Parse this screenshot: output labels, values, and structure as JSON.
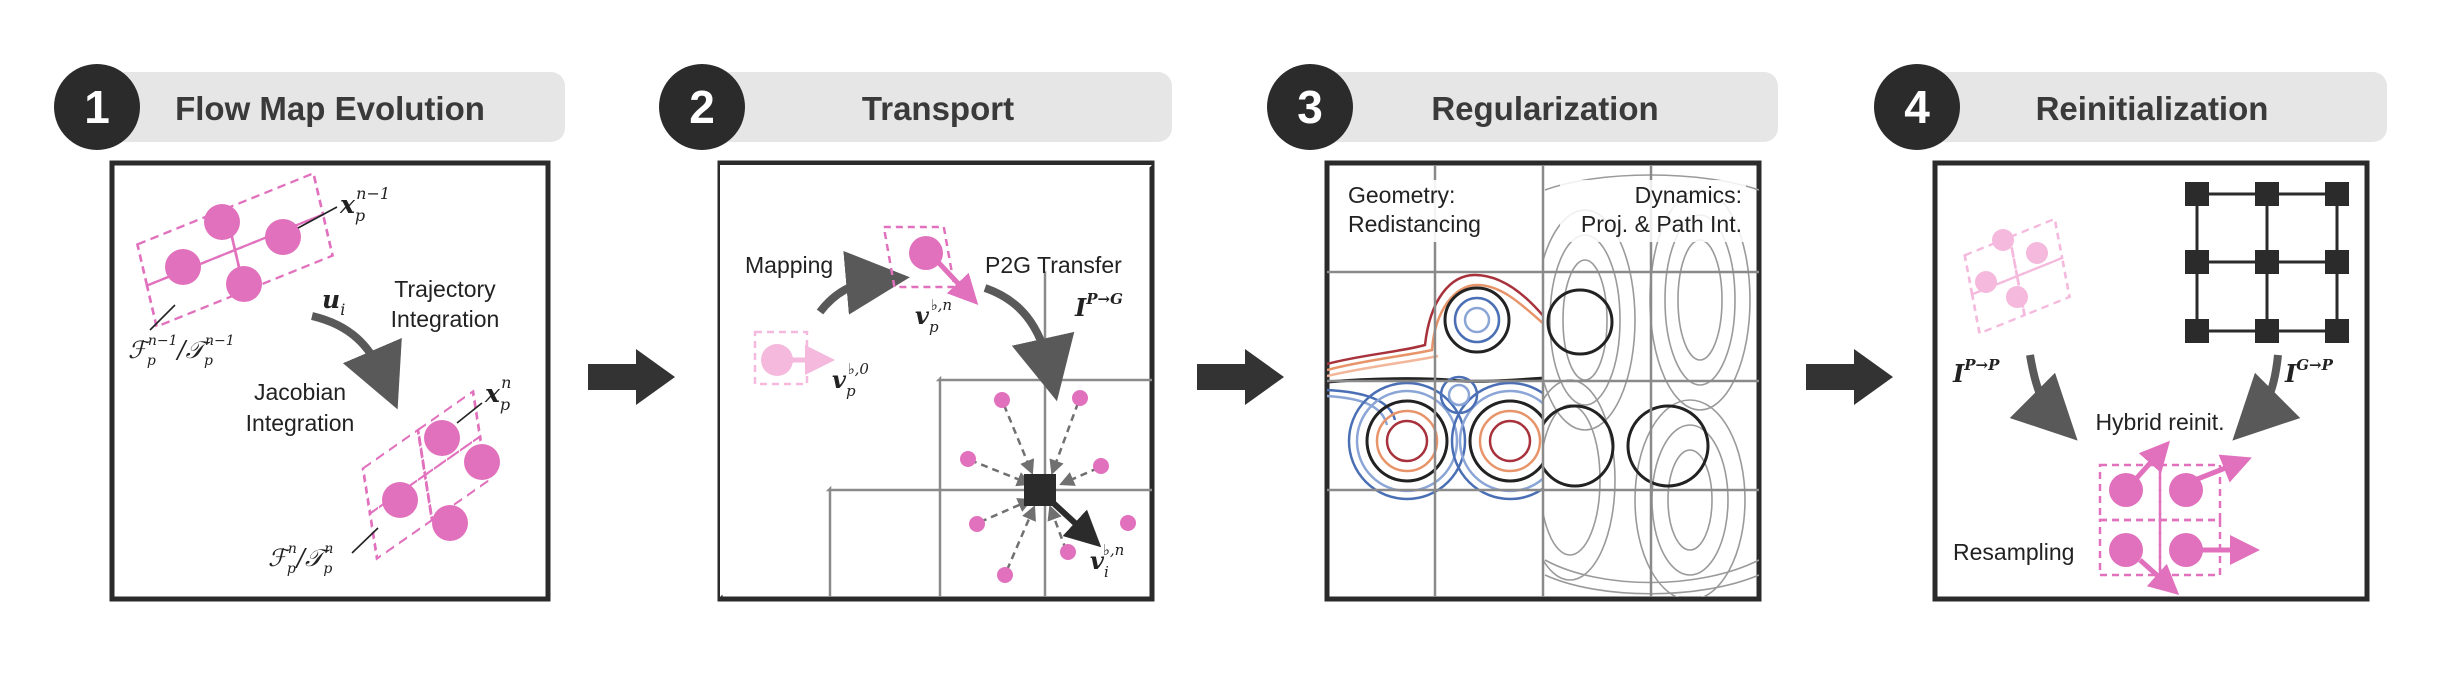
{
  "colors": {
    "panel_border": "#2b2b2b",
    "header_bg": "#e6e6e6",
    "badge_bg": "#2b2b2b",
    "particle": "#e171bd",
    "particle_light": "#f4b9dc",
    "particle_dashed": "#e171bd",
    "arrow": "#595959",
    "grid": "#8a8a8a",
    "node": "#2b2b2b",
    "contour_red": "#a8323c",
    "contour_orange": "#e8946a",
    "contour_blue": "#4a6fb5",
    "stream": "#9a9a9a"
  },
  "steps": [
    {
      "number": "1",
      "title": "Flow Map Evolution",
      "icon": "number-badge"
    },
    {
      "number": "2",
      "title": "Transport",
      "icon": "number-badge"
    },
    {
      "number": "3",
      "title": "Regularization",
      "icon": "number-badge"
    },
    {
      "number": "4",
      "title": "Reinitialization",
      "icon": "number-badge"
    }
  ],
  "panel1": {
    "x_prev_base": "x",
    "x_prev_sub": "p",
    "x_prev_sup": "n−1",
    "u_base": "u",
    "u_sub": "i",
    "traj_line1": "Trajectory",
    "traj_line2": "Integration",
    "jac_line1": "Jacobian",
    "jac_line2": "Integration",
    "x_curr_base": "x",
    "x_curr_sub": "p",
    "x_curr_sup": "n",
    "F_prev_label": "ℱ",
    "F_prev_sub": "p",
    "F_prev_sup": "n−1",
    "T_prev_label": "/𝒯",
    "T_prev_sub": "p",
    "T_prev_sup": "n−1",
    "F_curr_label": "ℱ",
    "F_curr_sub": "p",
    "F_curr_sup": "n",
    "T_curr_label": "/𝒯",
    "T_curr_sub": "p",
    "T_curr_sup": "n"
  },
  "panel2": {
    "mapping": "Mapping",
    "p2g": "P2G Transfer",
    "v0_base": "v",
    "v0_sub": "p",
    "v0_sup": "♭,0",
    "vn_base": "v",
    "vn_sub": "p",
    "vn_sup": "♭,n",
    "I_base": "I",
    "I_sup": "P→G",
    "vi_base": "v",
    "vi_sub": "i",
    "vi_sup": "♭,n"
  },
  "panel3": {
    "geometry_line1": "Geometry:",
    "geometry_line2": "Redistancing",
    "dynamics_line1": "Dynamics:",
    "dynamics_line2": "Proj. & Path Int."
  },
  "panel4": {
    "ipp_base": "I",
    "ipp_sup": "P→P",
    "igp_base": "I",
    "igp_sup": "G→P",
    "hybrid": "Hybrid reinit.",
    "resampling": "Resampling"
  }
}
